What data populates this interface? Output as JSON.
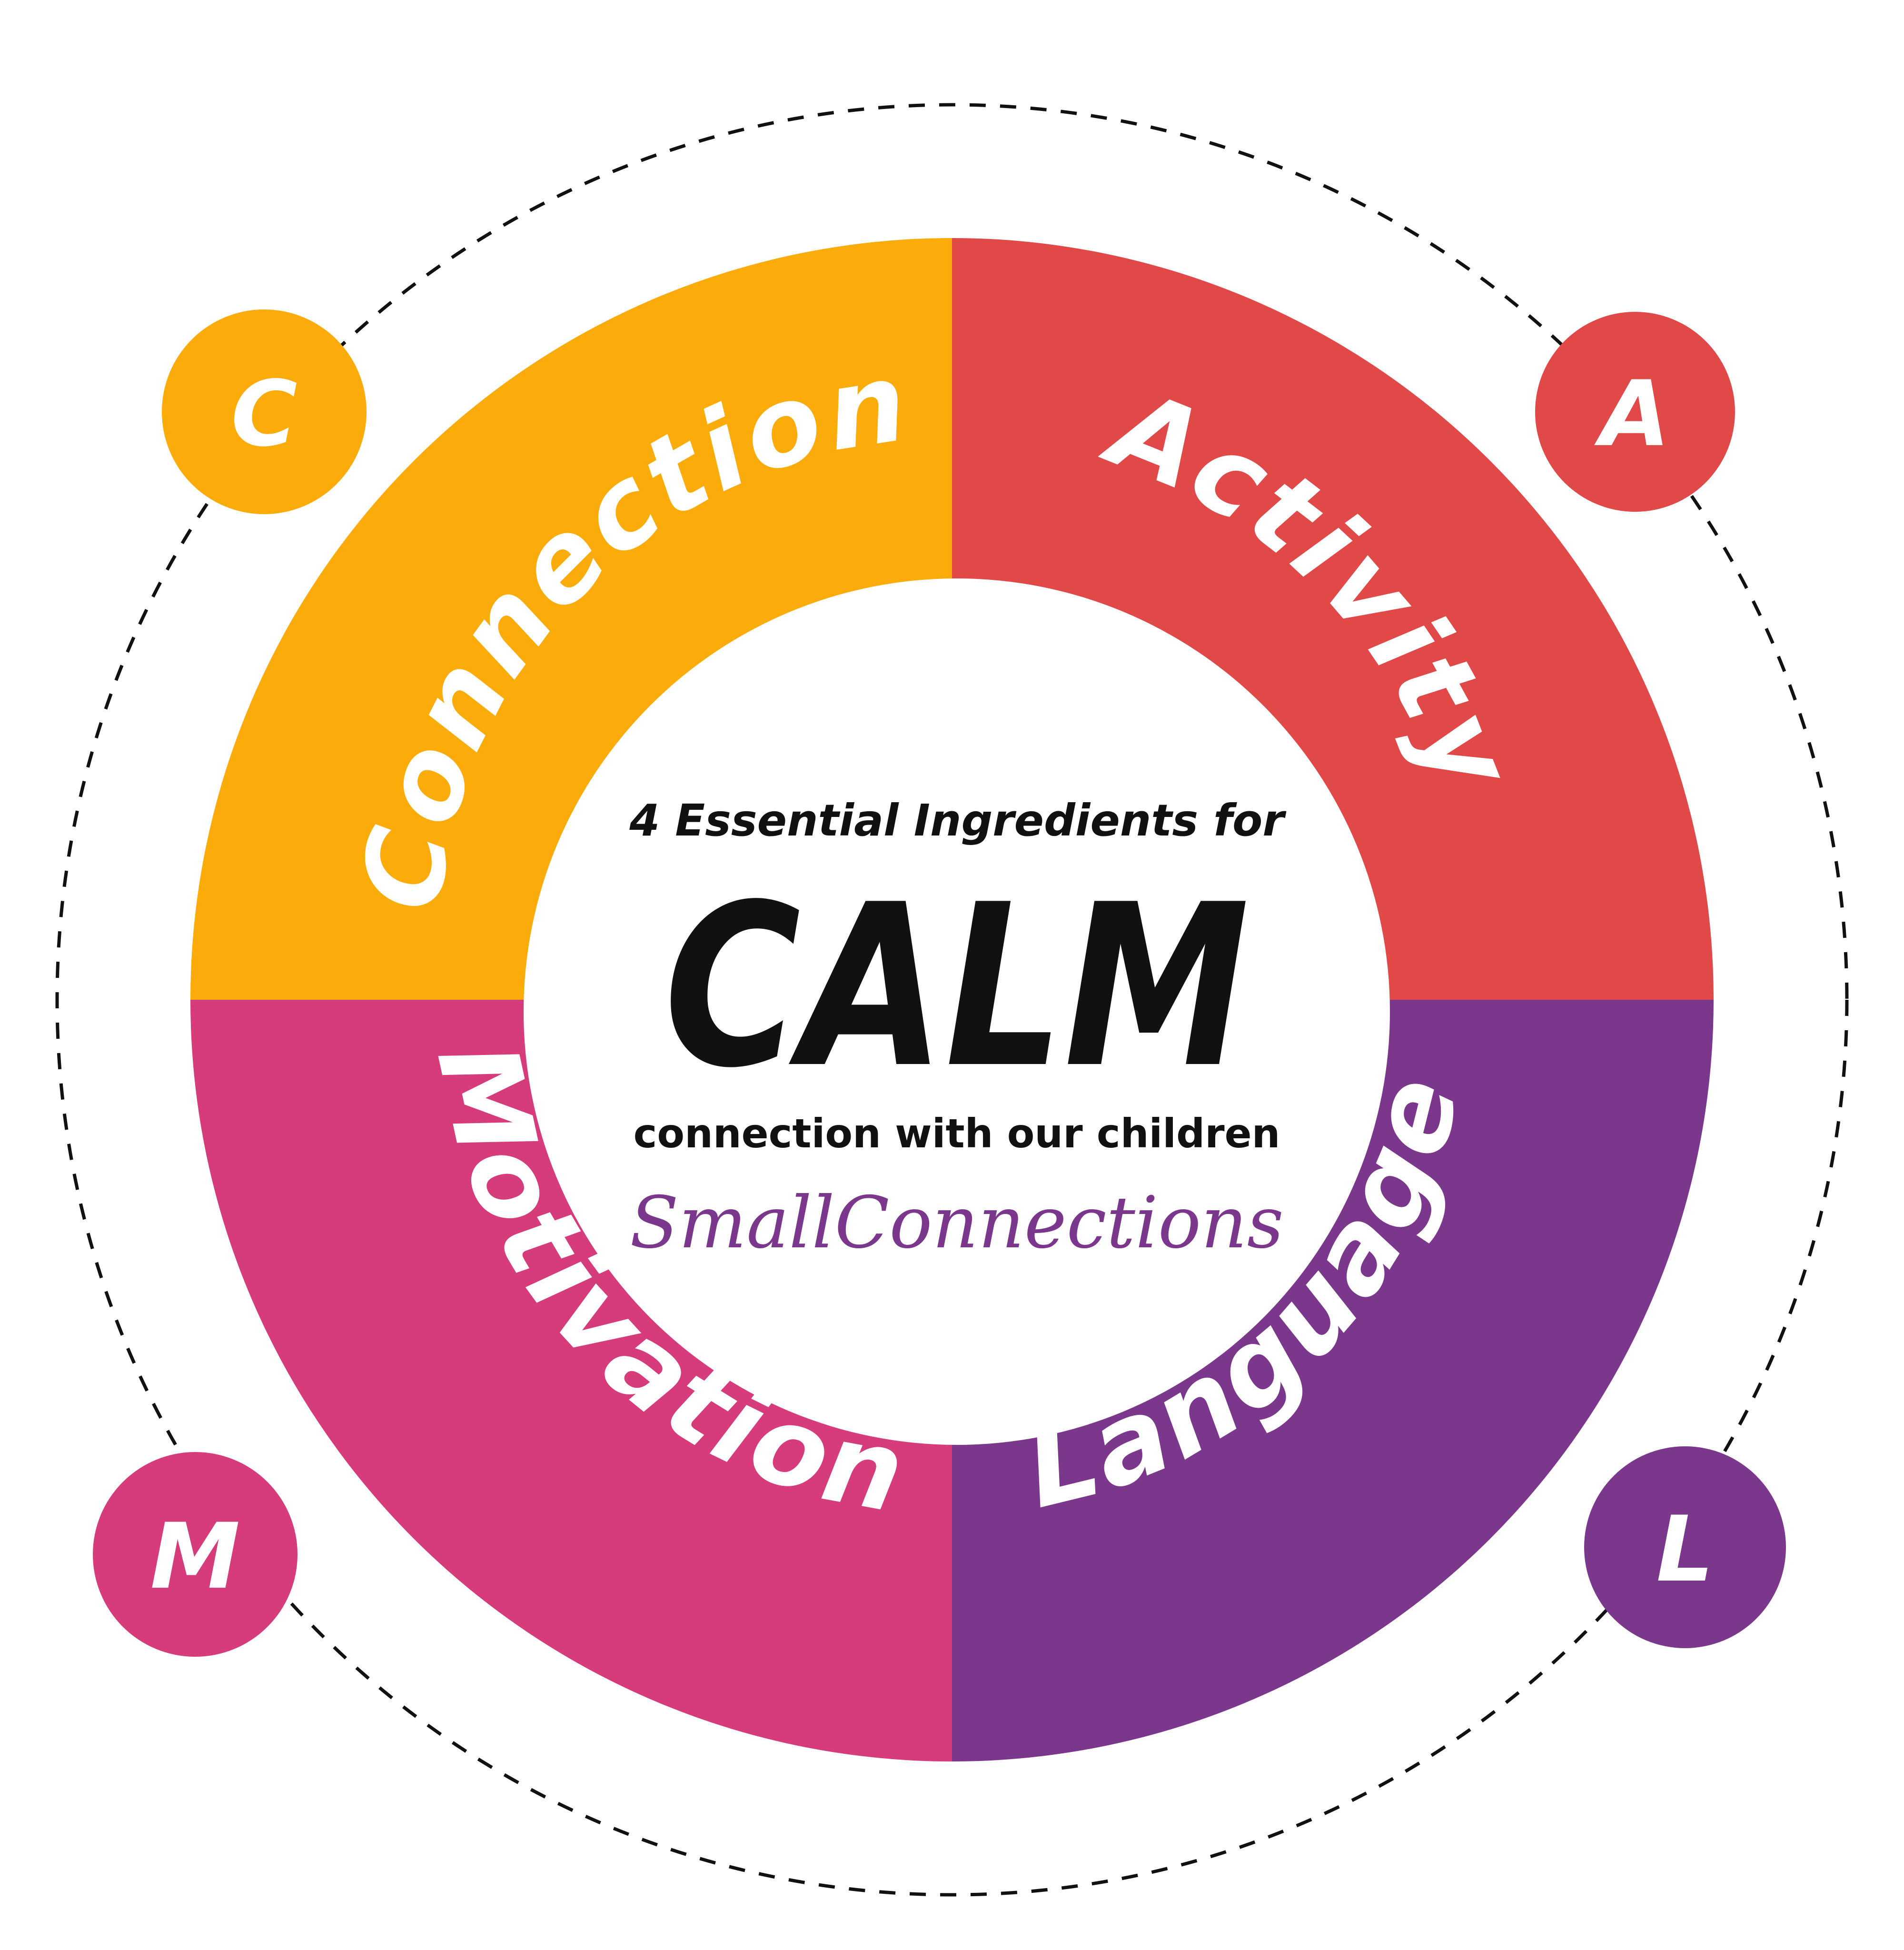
{
  "colors": {
    "connection": "#FBAC0A",
    "activity": "#E14949",
    "motivation": "#D63B7C",
    "language": "#7B378B",
    "center_text": "#111111",
    "brand": "#7B378B",
    "dashed_ring": "#111111"
  },
  "segments": {
    "connection": "Connection",
    "activity": "Activity",
    "motivation": "Motivation",
    "language": "Language"
  },
  "badges": {
    "c": "C",
    "a": "A",
    "m": "M",
    "l": "L"
  },
  "center": {
    "tagline_top": "4 Essential Ingredients for",
    "title": "CALM",
    "tagline_bottom": "connection with our children",
    "brand": "SmallConnections"
  }
}
